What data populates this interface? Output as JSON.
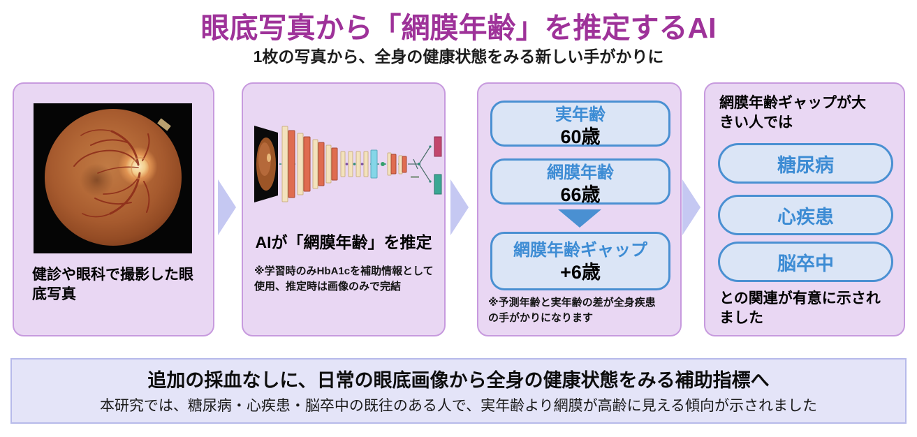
{
  "header": {
    "title": "眼底写真から「網膜年齢」を推定するAI",
    "subtitle": "1枚の写真から、全身の健康状態をみる新しい手がかりに"
  },
  "panels": {
    "photo": {
      "caption": "健診や眼科で撮影した眼底写真",
      "image_description": "fundus-photograph"
    },
    "ai": {
      "caption": "AIが「網膜年齢」を推定",
      "note": "※学習時のみHbA1cを補助情報として使用、推定時は画像のみで完結",
      "image_description": "cnn-architecture-diagram"
    },
    "ages": {
      "boxes": [
        {
          "label": "実年齢",
          "value": "60歳"
        },
        {
          "label": "網膜年齢",
          "value": "66歳"
        },
        {
          "label": "網膜年齢ギャップ",
          "value": "+6歳"
        }
      ],
      "note": "※予測年齢と実年齢の差が全身疾患の手がかりになります"
    },
    "diseases": {
      "intro": "網膜年齢ギャップが大きい人では",
      "items": [
        "糖尿病",
        "心疾患",
        "脳卒中"
      ],
      "outro": "との関連が有意に示されました"
    }
  },
  "footer": {
    "headline": "追加の採血なしに、日常の眼底画像から全身の健康状態をみる補助指標へ",
    "detail": "本研究では、糖尿病・心疾患・脳卒中の既往のある人で、実年齢より網膜が高齢に見える傾向が示されました"
  },
  "colors": {
    "title_text": "#9e3299",
    "panel_background": "#e9d7f3",
    "panel_border": "#c79ade",
    "blue_box_background": "#dbe5f6",
    "blue_box_border": "#4a90d2",
    "blue_text": "#3d8cd4",
    "flow_arrow": "#c5c8f2",
    "down_arrow": "#4a90d2",
    "footer_background": "#e4e4f8",
    "footer_border": "#b7baea"
  }
}
